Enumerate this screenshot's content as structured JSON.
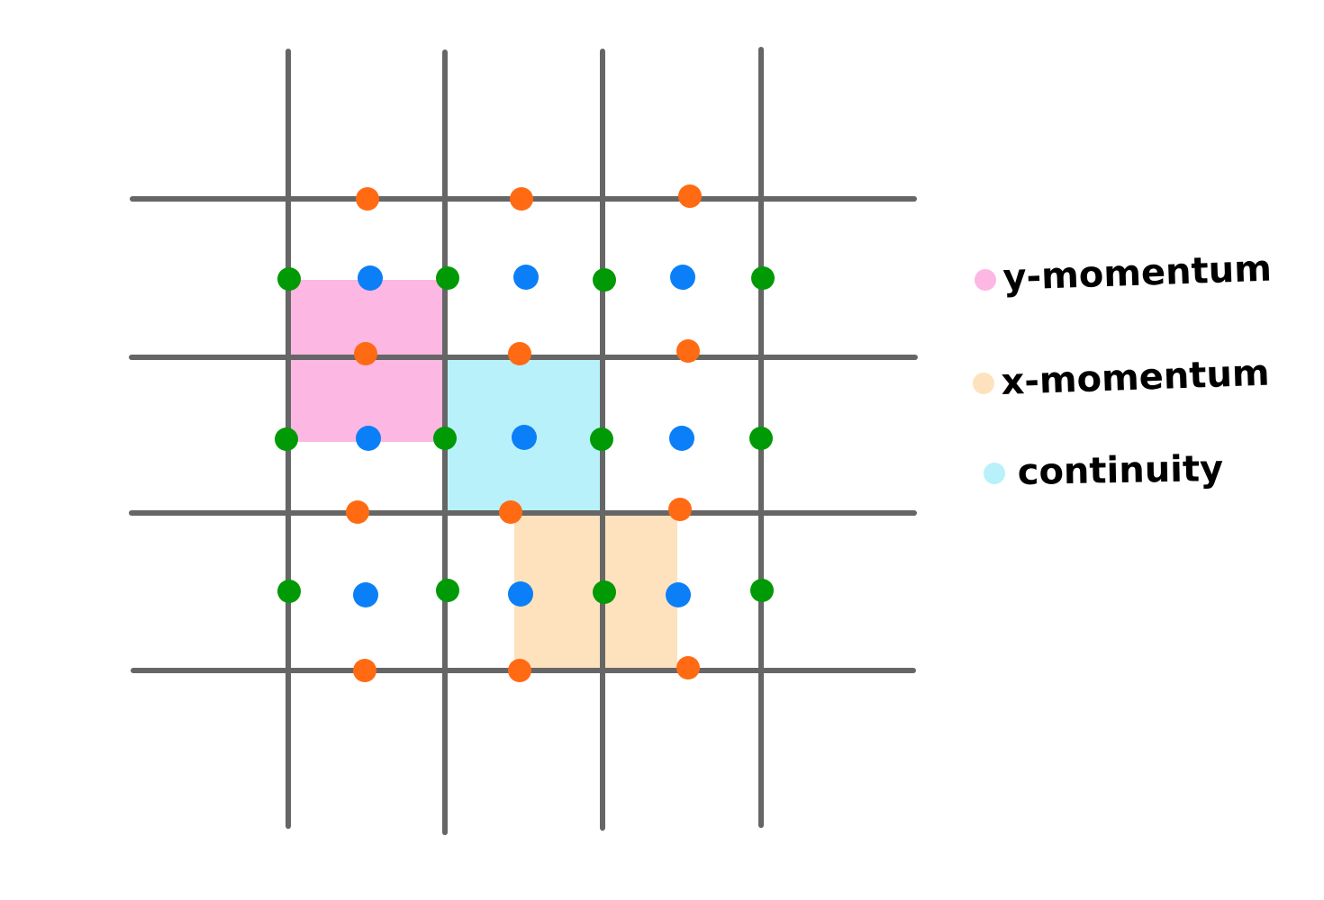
{
  "colors": {
    "background": "#ffffff",
    "grid_line": "#666666",
    "y_momentum_cell": "#fdb7e3",
    "x_momentum_cell": "#fde2bd",
    "continuity_cell": "#b8f1fa",
    "orange_point": "#ff6a13",
    "green_point": "#009a06",
    "blue_point": "#0b7ff7",
    "legend_text": "#000000"
  },
  "legend": {
    "items": [
      {
        "label": "y-momentum",
        "color": "#fdb7e3"
      },
      {
        "label": "x-momentum",
        "color": "#fde2bd"
      },
      {
        "label": "continuity",
        "color": "#b8f1fa"
      }
    ]
  }
}
